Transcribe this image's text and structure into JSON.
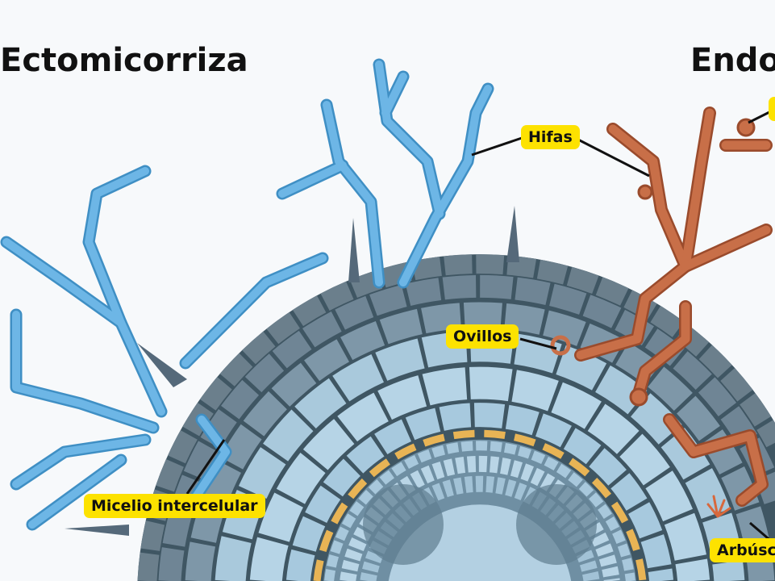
{
  "titles": {
    "left": "Ectomicorriza",
    "right": "Endo"
  },
  "labels": {
    "hyphae": "Hifas",
    "coils": "Ovillos",
    "intercellular_mycelium": "Micelio intercelular",
    "arbuscules": "Arbúsc"
  },
  "colors": {
    "ecto_hyphae": "#6db6e6",
    "endo_hyphae": "#c86f48",
    "label_bg": "#fde200",
    "endodermis": "#e8b455"
  }
}
